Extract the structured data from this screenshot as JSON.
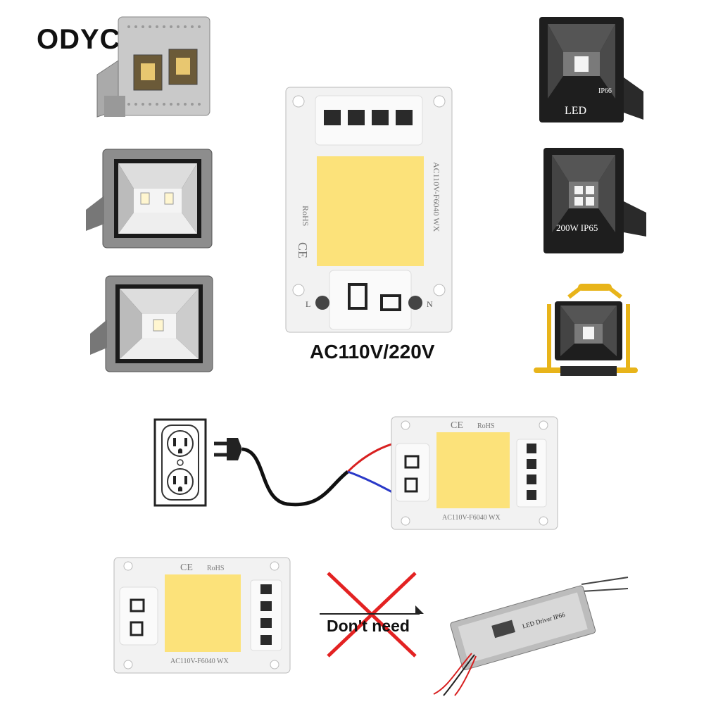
{
  "brand": "ODYCXS",
  "center_label": "AC110V/220V",
  "chip": {
    "model": "AC110V-F6040 WX",
    "certs": [
      "RoHS",
      "CE"
    ],
    "terminals": {
      "left": "L",
      "right": "N"
    }
  },
  "floodlights": [
    {
      "name": "dual-cob-floodlight"
    },
    {
      "name": "grey-floodlight-2-led"
    },
    {
      "name": "grey-floodlight-1-led"
    },
    {
      "name": "black-led-floodlight",
      "labels": [
        "LED",
        "IP66"
      ]
    },
    {
      "name": "black-200w-floodlight",
      "labels": [
        "200W IP65"
      ]
    },
    {
      "name": "work-light-yellow-stand"
    }
  ],
  "dont_need_label": "Don't need",
  "driver_label": "LED Driver IP66",
  "colors": {
    "chip_yellow": "#FCE27A",
    "wire_red": "#D82020",
    "wire_blue": "#2A39C8",
    "cross_red": "#E32222",
    "stand_yellow": "#E8B41A"
  }
}
